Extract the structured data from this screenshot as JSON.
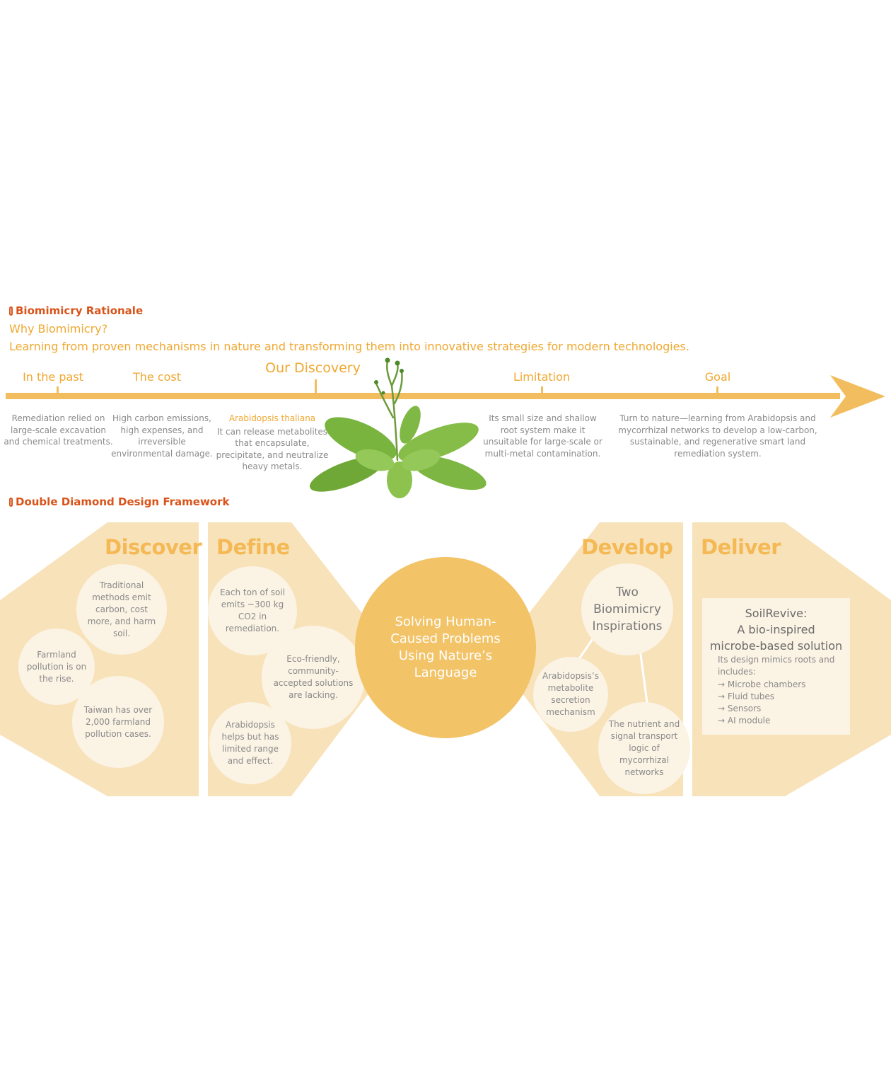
{
  "rationale": {
    "heading": "Biomimicry Rationale",
    "question": "Why Biomimicry?",
    "statement": "Learning from proven mechanisms in nature and transforming them into innovative strategies for modern technologies."
  },
  "timeline": {
    "past": {
      "label": "In the past",
      "desc": [
        "Remediation relied on",
        "large-scale excavation",
        "and chemical treatments."
      ]
    },
    "cost": {
      "label": "The cost",
      "desc": [
        "High carbon emissions,",
        "high expenses, and",
        "irreversible",
        "environmental damage."
      ]
    },
    "discovery": {
      "label": "Our Discovery",
      "species": "Arabidopsis thaliana",
      "desc": [
        "It can release metabolites",
        "that encapsulate,",
        "precipitate, and neutralize",
        "heavy metals."
      ]
    },
    "limitation": {
      "label": "Limitation",
      "desc": [
        "Its small size and shallow",
        "root system make it",
        "unsuitable for large-scale or",
        "multi-metal contamination."
      ]
    },
    "goal": {
      "label": "Goal",
      "desc": [
        "Turn to nature—learning from Arabidopsis and",
        "mycorrhizal networks to develop a low-carbon,",
        "sustainable, and regenerative smart land",
        "remediation system."
      ]
    }
  },
  "framework": {
    "heading": "Double Diamond Design Framework",
    "discover": {
      "title": "Discover",
      "b1": "Traditional methods emit carbon, cost more, and harm soil.",
      "b2": "Farmland pollution is on the rise.",
      "b3": "Taiwan has over 2,000 farmland pollution cases."
    },
    "define": {
      "title": "Define",
      "b1": "Each ton of soil emits ~300 kg CO2 in remediation.",
      "b2": "Eco-friendly, community-accepted solutions are lacking.",
      "b3": "Arabidopsis helps but has limited range and effect."
    },
    "center": "Solving Human-Caused Problems Using Nature’s Language",
    "develop": {
      "title": "Develop",
      "b_main": "Two Biomimicry Inspirations",
      "b1": "Arabidopsis’s metabolite secretion mechanism",
      "b2": "The nutrient and signal transport logic of mycorrhizal networks"
    },
    "deliver": {
      "title": "Deliver",
      "solution_title": [
        "SoilRevive:",
        "A bio-inspired",
        "microbe-based solution"
      ],
      "solution_intro": [
        "Its design mimics roots and",
        "includes:"
      ],
      "components": [
        "→ Microbe chambers",
        "→ Fluid tubes",
        "→ Sensors",
        "→ AI module"
      ]
    }
  },
  "colors": {
    "accent_red": "#d9541a",
    "accent_orange": "#f0a830",
    "panel": "#f8e2ba",
    "bubble": "#fbf3e4",
    "center": "#f2c367"
  }
}
